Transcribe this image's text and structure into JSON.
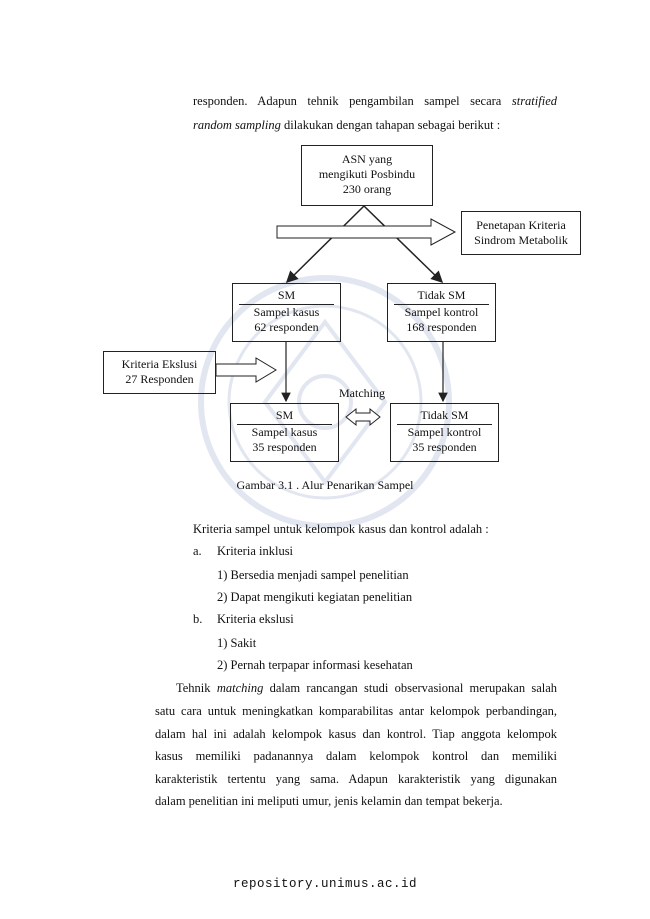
{
  "intro": {
    "line1_prefix": "responden. Adapun tehnik pengambilan sampel secara",
    "line1_italic": "stratified",
    "line2_italic": "random sampling",
    "line2_rest": "dilakukan dengan tahapan sebagai berikut :"
  },
  "diagram": {
    "top_box": [
      "ASN yang",
      "mengikuti Posbindu",
      "230 orang"
    ],
    "criteria_box": [
      "Penetapan Kriteria",
      "Sindrom Metabolik"
    ],
    "left_box": {
      "title": "SM",
      "line1": "Sampel kasus",
      "line2": "62 responden"
    },
    "right_box": {
      "title": "Tidak SM",
      "line1": "Sampel kontrol",
      "line2": "168 responden"
    },
    "exclusion_box": [
      "Kriteria Ekslusi",
      "27 Responden"
    ],
    "matching_label": "Matching",
    "bottom_left_box": {
      "title": "SM",
      "line1": "Sampel kasus",
      "line2": "35 responden"
    },
    "bottom_right_box": {
      "title": "Tidak SM",
      "line1": "Sampel kontrol",
      "line2": "35 responden"
    }
  },
  "caption": "Gambar 3.1 . Alur Penarikan Sampel",
  "criteria": {
    "intro": "Kriteria sampel untuk kelompok kasus dan kontrol adalah :",
    "inclusion_marker": "a.",
    "inclusion_title": "Kriteria inklusi",
    "inclusion_items": [
      "1) Bersedia menjadi sampel penelitian",
      "2) Dapat mengikuti kegiatan penelitian"
    ],
    "exclusion_marker": "b.",
    "exclusion_title": "Kriteria ekslusi",
    "exclusion_items": [
      "1) Sakit",
      "2) Pernah terpapar informasi kesehatan"
    ]
  },
  "paragraph": {
    "l1_prefix": "Tehnik",
    "l1_italic": "matching",
    "l1_rest": "dalam rancangan studi observasional merupakan salah",
    "l2": "satu cara untuk meningkatkan komparabilitas antar kelompok perbandingan,",
    "l3": "dalam hal ini adalah kelompok kasus dan kontrol. Tiap anggota kelompok",
    "l4": "kasus memiliki padanannya dalam kelompok kontrol dan memiliki",
    "l5": "karakteristik tertentu yang sama. Adapun karakteristik yang digunakan",
    "l6": "dalam penelitian ini meliputi umur, jenis kelamin dan tempat bekerja."
  },
  "footer": "repository.unimus.ac.id"
}
